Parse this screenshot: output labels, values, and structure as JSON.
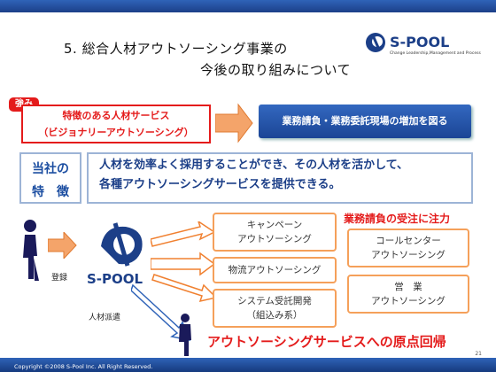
{
  "title": {
    "line1": "5. 総合人材アウトソーシング事業の",
    "line2": "今後の取り組みについて"
  },
  "logo": {
    "name": "S-POOL",
    "tagline": "Change Leadership,Management and Process"
  },
  "strength": {
    "badge": "強み",
    "line1": "特徴のある人材サービス",
    "line2": "（ビジョナリーアウトソーシング）",
    "result": "業務請負・業務委託現場の増加を図る"
  },
  "features": {
    "label_line1": "当社の",
    "label_line2": "特　徴",
    "text_line1": "人材を効率よく採用することができ、その人材を活かして、",
    "text_line2": "各種アウトソーシングサービスを提供できる。"
  },
  "flow": {
    "register": "登録",
    "dispatch": "人材派遣",
    "spool_label": "S-POOL",
    "focus": "業務請負の受注に注力",
    "services_left": [
      {
        "line1": "キャンペーン",
        "line2": "アウトソーシング"
      },
      {
        "line1": "物流アウトソーシング",
        "line2": ""
      },
      {
        "line1": "システム受託開発",
        "line2": "（組込み系）"
      }
    ],
    "services_right": [
      {
        "line1": "コールセンター",
        "line2": "アウトソーシング"
      },
      {
        "line1": "営　業",
        "line2": "アウトソーシング"
      }
    ],
    "conclusion": "アウトソーシングサービスへの原点回帰"
  },
  "footer": {
    "copyright": "Copyright ©2008 S-Pool Inc. All Right Reserved.",
    "page": "21"
  },
  "colors": {
    "blue": "#1c3f88",
    "red": "#e41b1b",
    "orange": "#f5a05a"
  }
}
